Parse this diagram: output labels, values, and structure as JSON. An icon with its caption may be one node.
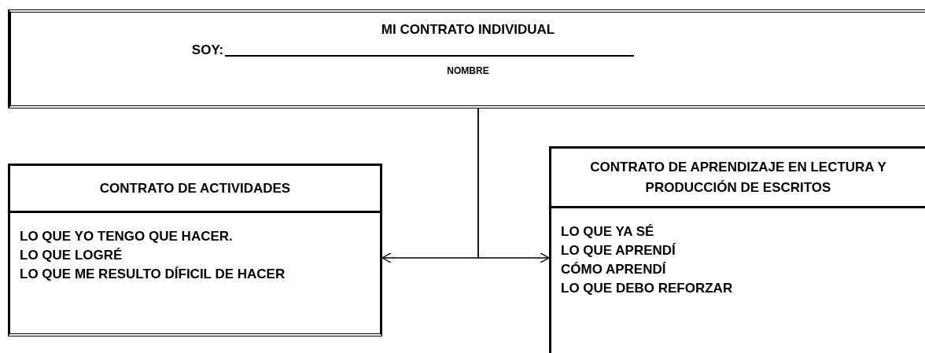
{
  "diagram": {
    "nodes": [
      {
        "text": [
          "MI CONTRATO INDIVIDUAL",
          "SOY:",
          "NOMBRE"
        ]
      },
      {
        "text": [
          "CONTRATO DE ACTIVIDADES",
          "LO QUE YO TENGO QUE HACER.",
          "LO QUE LOGRÉ",
          "LO QUE ME RESULTO DÍFICIL DE HACER"
        ]
      },
      {
        "text": [
          "CONTRATO DE APRENDIZAJE EN LECTURA Y PRODUCCIÓN DE ESCRITOS",
          "LO QUE YA SÉ",
          "LO QUE APRENDÍ",
          "CÓMO APRENDÍ",
          "LO QUE DEBO REFORZAR"
        ]
      }
    ],
    "edges": [
      {
        "from": 0,
        "to": 1,
        "arrow": "to"
      },
      {
        "from": 0,
        "to": 2,
        "arrow": "to"
      }
    ]
  }
}
